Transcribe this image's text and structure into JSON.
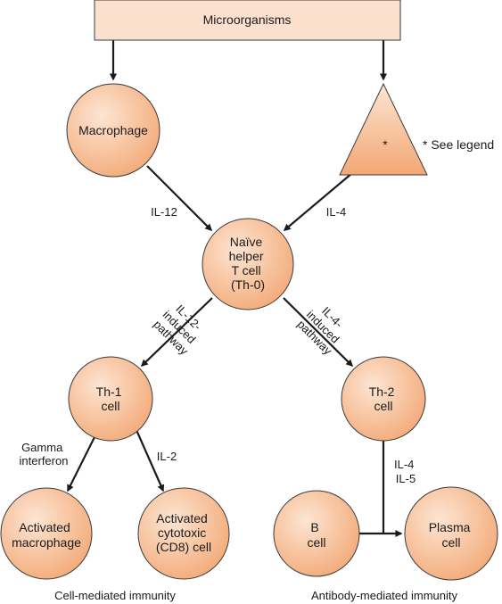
{
  "colors": {
    "node_fill_light": "#fde5d2",
    "node_fill_dark": "#f2a774",
    "top_box_fill": "#fbe1cd",
    "line": "#1a1a1a",
    "text": "#1a1a1a"
  },
  "nodes": {
    "microorganisms": {
      "lines": [
        "Microorganisms"
      ]
    },
    "macrophage": {
      "lines": [
        "Macrophage"
      ]
    },
    "triangle": {
      "lines": [
        "*"
      ],
      "note": "* See legend"
    },
    "naive": {
      "lines": [
        "Naïve",
        "helper",
        "T cell",
        "(Th-0)"
      ]
    },
    "th1": {
      "lines": [
        "Th-1",
        "cell"
      ]
    },
    "th2": {
      "lines": [
        "Th-2",
        "cell"
      ]
    },
    "act_macrophage": {
      "lines": [
        "Activated",
        "macrophage"
      ]
    },
    "act_cytotoxic": {
      "lines": [
        "Activated",
        "cytotoxic",
        "(CD8) cell"
      ]
    },
    "bcell": {
      "lines": [
        "B",
        "cell"
      ]
    },
    "plasma": {
      "lines": [
        "Plasma",
        "cell"
      ]
    }
  },
  "edge_labels": {
    "il12": [
      "IL-12"
    ],
    "il4": [
      "IL-4"
    ],
    "il12_pathway": [
      "IL-12-",
      "induced",
      "pathway"
    ],
    "il4_pathway": [
      "IL-4-",
      "induced",
      "pathway"
    ],
    "gamma": [
      "Gamma",
      "interferon"
    ],
    "il2": [
      "IL-2"
    ],
    "il4_il5": [
      "IL-4",
      "IL-5"
    ]
  },
  "footer": {
    "left": "Cell-mediated immunity",
    "right": "Antibody-mediated immunity"
  }
}
